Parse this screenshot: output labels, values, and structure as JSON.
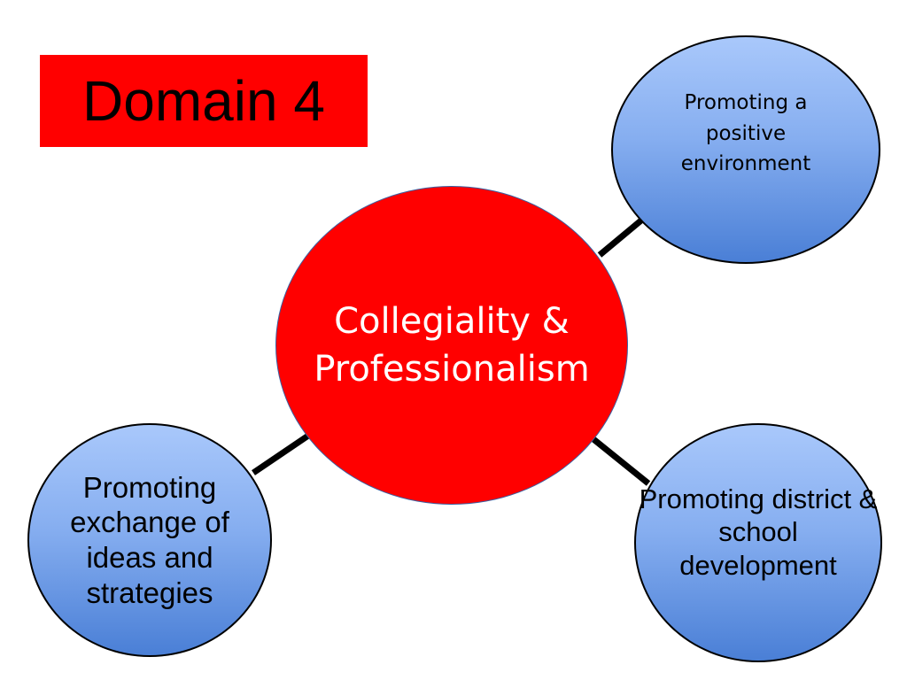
{
  "title": {
    "text": "Domain 4",
    "background_color": "#ff0000"
  },
  "center_node": {
    "text": "Collegiality & Professionalism",
    "fill_color": "#ff0000",
    "text_color": "#ffffff"
  },
  "satellite_nodes": [
    {
      "id": "top-right",
      "text": "Promoting a positive environment"
    },
    {
      "id": "bottom-left",
      "text": "Promoting exchange of ideas and strategies"
    },
    {
      "id": "bottom-right",
      "text": "Promoting district & school development"
    }
  ],
  "colors": {
    "satellite_fill_top": "#a9c8fb",
    "satellite_fill_bottom": "#4a7fd6",
    "connector": "#000000"
  }
}
